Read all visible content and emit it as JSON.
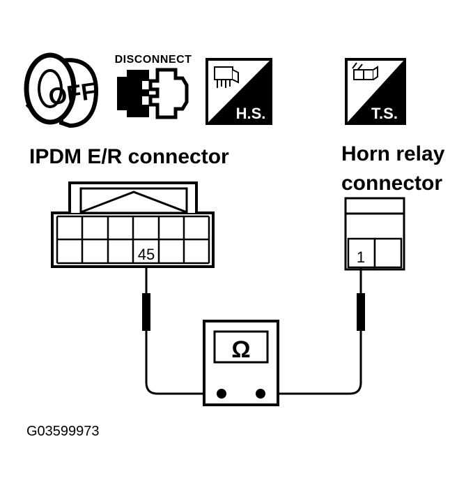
{
  "icons": {
    "ignition": {
      "label": "OFF"
    },
    "disconnect": {
      "label": "DISCONNECT"
    },
    "harness_side": {
      "label": "H.S."
    },
    "terminal_side": {
      "label": "T.S."
    }
  },
  "connectors": {
    "ipdm": {
      "title": "IPDM E/R connector",
      "terminal": "45"
    },
    "horn_relay": {
      "title_line1": "Horn relay",
      "title_line2": "connector",
      "terminal": "1"
    }
  },
  "meter": {
    "symbol": "Ω"
  },
  "figure_id": "G03599973"
}
